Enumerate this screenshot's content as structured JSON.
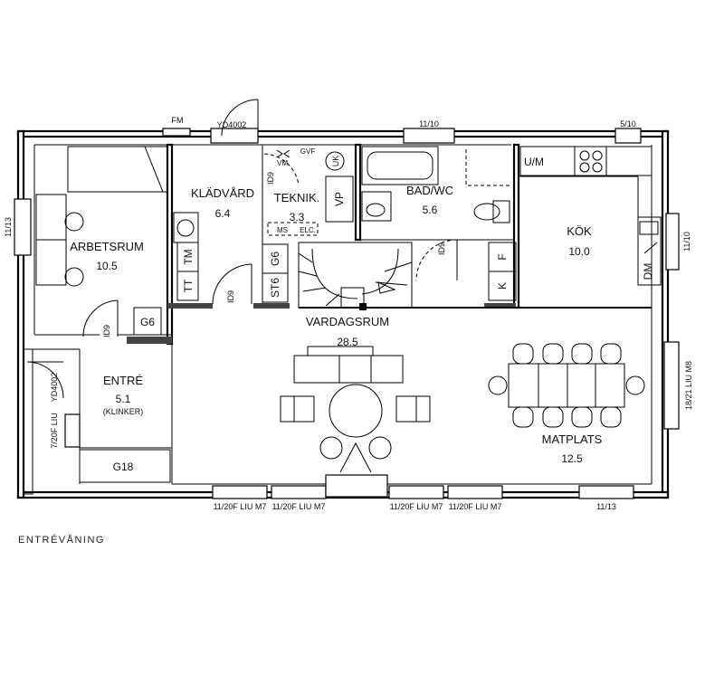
{
  "caption": "ENTRÉVÅNING",
  "rooms": {
    "arbetsrum": {
      "name": "ARBETSRUM",
      "area": "10.5"
    },
    "kladvard": {
      "name": "KLÄDVÅRD",
      "area": "6.4"
    },
    "teknik": {
      "name": "TEKNIK.",
      "area": "3.3"
    },
    "badwc": {
      "name": "BAD/WC",
      "area": "5.6"
    },
    "kok": {
      "name": "KÖK",
      "area": "10.0"
    },
    "vardagsrum": {
      "name": "VARDAGSRUM",
      "area": "28.5"
    },
    "entre": {
      "name": "ENTRÉ",
      "area": "5.1",
      "note": "(KLINKER)"
    },
    "matplats": {
      "name": "MATPLATS",
      "area": "12.5"
    }
  },
  "fixtures": {
    "g6_entre": "G6",
    "g18": "G18",
    "tm": "TM",
    "tt": "TT",
    "g6_teknik": "G6",
    "st6": "ST6",
    "vp": "VP",
    "uk": "UK",
    "ms": "MS",
    "elc": "ELC.",
    "vm": "VM",
    "gvf": "GVF",
    "um": "U/M",
    "f": "F",
    "k": "K",
    "dm": "DM"
  },
  "doors": {
    "id9_kladvard": "ID9",
    "id9_teknik": "ID9",
    "id9_bad": "ID9",
    "id9_entre": "ID9",
    "yd4002_top": "YD4002",
    "yd4002_left": "YD4002"
  },
  "windows": {
    "fm": "FM",
    "w_top_bad": "11/10",
    "w_top_kok": "5/10",
    "w_left_arbetsrum": "11/13",
    "w_right_kok": "11/10",
    "w_right_matplats": "18/21 LIU M8",
    "w_left_entre": "7/20F LIU",
    "w_bottom_1": "11/20F LIU M7",
    "w_bottom_2": "11/20F LIU M7",
    "w_bottom_3": "11/20F LIU M7",
    "w_bottom_4": "11/20F LIU M7",
    "w_bottom_5": "11/13"
  }
}
